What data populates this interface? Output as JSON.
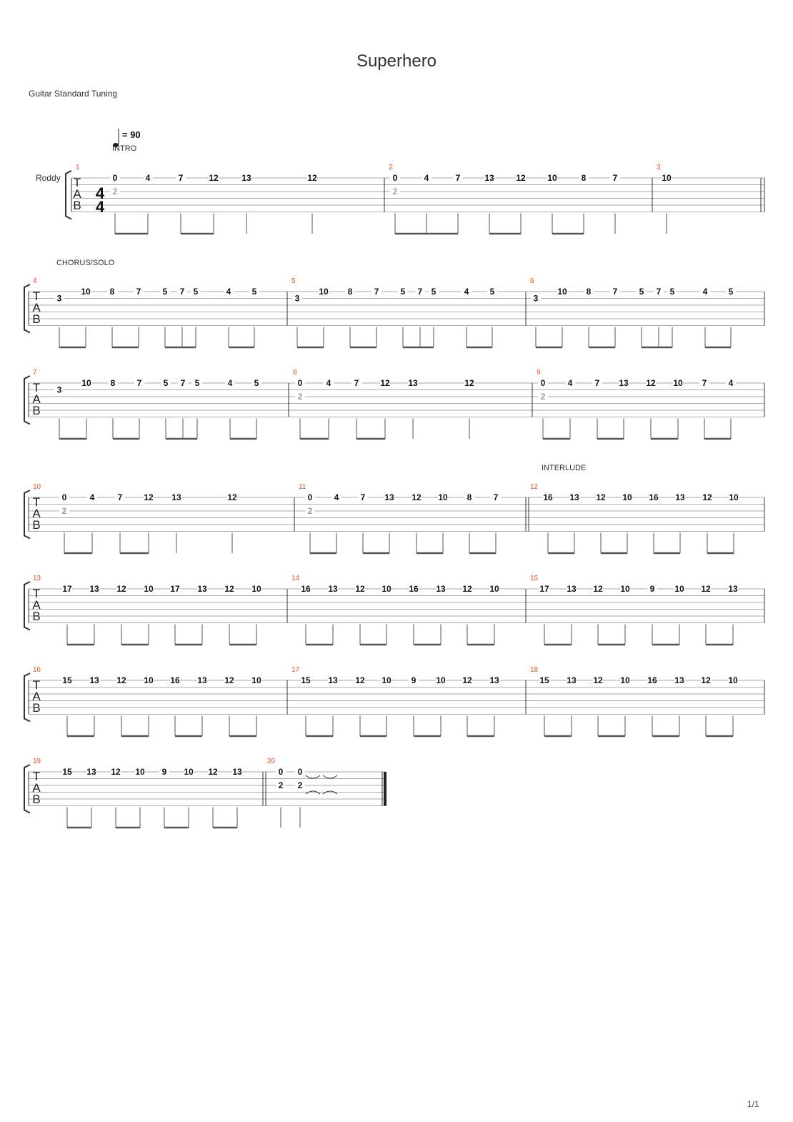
{
  "document": {
    "title": "Superhero",
    "tuning": "Guitar Standard Tuning",
    "track_name": "Roddy",
    "tempo_text": "= 90",
    "time_signature": [
      "4",
      "4"
    ],
    "tab_letters": [
      "T",
      "A",
      "B"
    ],
    "page_number": "1/1"
  },
  "sections": [
    {
      "label": "INTRO",
      "measure": 1
    },
    {
      "label": "CHORUS/SOLO",
      "measure": 4
    },
    {
      "label": "INTERLUDE",
      "measure": 12
    }
  ],
  "measures": [
    {
      "n": "1",
      "notes": [
        {
          "f": "0",
          "s": 1
        },
        {
          "f": "2",
          "s": 3,
          "g": 1
        },
        {
          "f": "4",
          "s": 1
        },
        {
          "f": "7",
          "s": 1
        },
        {
          "f": "12",
          "s": 1
        },
        {
          "f": "13",
          "s": 1
        },
        {
          "f": "12",
          "s": 1
        }
      ]
    },
    {
      "n": "2",
      "notes": [
        {
          "f": "0",
          "s": 1
        },
        {
          "f": "2",
          "s": 3,
          "g": 1
        },
        {
          "f": "4",
          "s": 1
        },
        {
          "f": "7",
          "s": 1
        },
        {
          "f": "13",
          "s": 1
        },
        {
          "f": "12",
          "s": 1
        },
        {
          "f": "10",
          "s": 1
        },
        {
          "f": "8",
          "s": 1
        },
        {
          "f": "7",
          "s": 1
        }
      ]
    },
    {
      "n": "3",
      "notes": [
        {
          "f": "10",
          "s": 1
        }
      ]
    },
    {
      "n": "4",
      "notes": [
        {
          "f": "3",
          "s": 2
        },
        {
          "f": "10",
          "s": 1
        },
        {
          "f": "8",
          "s": 1
        },
        {
          "f": "7",
          "s": 1
        },
        {
          "f": "5",
          "s": 1
        },
        {
          "f": "7",
          "s": 1
        },
        {
          "f": "5",
          "s": 1
        },
        {
          "f": "4",
          "s": 1
        },
        {
          "f": "5",
          "s": 1
        }
      ]
    },
    {
      "n": "5",
      "notes": [
        {
          "f": "3",
          "s": 2
        },
        {
          "f": "10",
          "s": 1
        },
        {
          "f": "8",
          "s": 1
        },
        {
          "f": "7",
          "s": 1
        },
        {
          "f": "5",
          "s": 1
        },
        {
          "f": "7",
          "s": 1
        },
        {
          "f": "5",
          "s": 1
        },
        {
          "f": "4",
          "s": 1
        },
        {
          "f": "5",
          "s": 1
        }
      ]
    },
    {
      "n": "6",
      "notes": [
        {
          "f": "3",
          "s": 2
        },
        {
          "f": "10",
          "s": 1
        },
        {
          "f": "8",
          "s": 1
        },
        {
          "f": "7",
          "s": 1
        },
        {
          "f": "5",
          "s": 1
        },
        {
          "f": "7",
          "s": 1
        },
        {
          "f": "5",
          "s": 1
        },
        {
          "f": "4",
          "s": 1
        },
        {
          "f": "5",
          "s": 1
        }
      ]
    },
    {
      "n": "7",
      "notes": [
        {
          "f": "3",
          "s": 2
        },
        {
          "f": "10",
          "s": 1
        },
        {
          "f": "8",
          "s": 1
        },
        {
          "f": "7",
          "s": 1
        },
        {
          "f": "5",
          "s": 1
        },
        {
          "f": "7",
          "s": 1
        },
        {
          "f": "5",
          "s": 1
        },
        {
          "f": "4",
          "s": 1
        },
        {
          "f": "5",
          "s": 1
        }
      ]
    },
    {
      "n": "8",
      "notes": [
        {
          "f": "0",
          "s": 1
        },
        {
          "f": "2",
          "s": 3,
          "g": 1
        },
        {
          "f": "4",
          "s": 1
        },
        {
          "f": "7",
          "s": 1
        },
        {
          "f": "12",
          "s": 1
        },
        {
          "f": "13",
          "s": 1
        },
        {
          "f": "12",
          "s": 1
        }
      ]
    },
    {
      "n": "9",
      "notes": [
        {
          "f": "0",
          "s": 1
        },
        {
          "f": "2",
          "s": 3,
          "g": 1
        },
        {
          "f": "4",
          "s": 1
        },
        {
          "f": "7",
          "s": 1
        },
        {
          "f": "13",
          "s": 1
        },
        {
          "f": "12",
          "s": 1
        },
        {
          "f": "10",
          "s": 1
        },
        {
          "f": "7",
          "s": 1
        },
        {
          "f": "4",
          "s": 1
        }
      ]
    },
    {
      "n": "10",
      "notes": [
        {
          "f": "0",
          "s": 1
        },
        {
          "f": "2",
          "s": 3,
          "g": 1
        },
        {
          "f": "4",
          "s": 1
        },
        {
          "f": "7",
          "s": 1
        },
        {
          "f": "12",
          "s": 1
        },
        {
          "f": "13",
          "s": 1
        },
        {
          "f": "12",
          "s": 1
        }
      ]
    },
    {
      "n": "11",
      "notes": [
        {
          "f": "0",
          "s": 1
        },
        {
          "f": "2",
          "s": 3,
          "g": 1
        },
        {
          "f": "4",
          "s": 1
        },
        {
          "f": "7",
          "s": 1
        },
        {
          "f": "13",
          "s": 1
        },
        {
          "f": "12",
          "s": 1
        },
        {
          "f": "10",
          "s": 1
        },
        {
          "f": "8",
          "s": 1
        },
        {
          "f": "7",
          "s": 1
        }
      ]
    },
    {
      "n": "12",
      "notes": [
        {
          "f": "16",
          "s": 1
        },
        {
          "f": "13",
          "s": 1
        },
        {
          "f": "12",
          "s": 1
        },
        {
          "f": "10",
          "s": 1
        },
        {
          "f": "16",
          "s": 1
        },
        {
          "f": "13",
          "s": 1
        },
        {
          "f": "12",
          "s": 1
        },
        {
          "f": "10",
          "s": 1
        }
      ]
    },
    {
      "n": "13",
      "notes": [
        {
          "f": "17",
          "s": 1
        },
        {
          "f": "13",
          "s": 1
        },
        {
          "f": "12",
          "s": 1
        },
        {
          "f": "10",
          "s": 1
        },
        {
          "f": "17",
          "s": 1
        },
        {
          "f": "13",
          "s": 1
        },
        {
          "f": "12",
          "s": 1
        },
        {
          "f": "10",
          "s": 1
        }
      ]
    },
    {
      "n": "14",
      "notes": [
        {
          "f": "16",
          "s": 1
        },
        {
          "f": "13",
          "s": 1
        },
        {
          "f": "12",
          "s": 1
        },
        {
          "f": "10",
          "s": 1
        },
        {
          "f": "16",
          "s": 1
        },
        {
          "f": "13",
          "s": 1
        },
        {
          "f": "12",
          "s": 1
        },
        {
          "f": "10",
          "s": 1
        }
      ]
    },
    {
      "n": "15",
      "notes": [
        {
          "f": "17",
          "s": 1
        },
        {
          "f": "13",
          "s": 1
        },
        {
          "f": "12",
          "s": 1
        },
        {
          "f": "10",
          "s": 1
        },
        {
          "f": "9",
          "s": 1
        },
        {
          "f": "10",
          "s": 1
        },
        {
          "f": "12",
          "s": 1
        },
        {
          "f": "13",
          "s": 1
        }
      ]
    },
    {
      "n": "16",
      "notes": [
        {
          "f": "15",
          "s": 1
        },
        {
          "f": "13",
          "s": 1
        },
        {
          "f": "12",
          "s": 1
        },
        {
          "f": "10",
          "s": 1
        },
        {
          "f": "16",
          "s": 1
        },
        {
          "f": "13",
          "s": 1
        },
        {
          "f": "12",
          "s": 1
        },
        {
          "f": "10",
          "s": 1
        }
      ]
    },
    {
      "n": "17",
      "notes": [
        {
          "f": "15",
          "s": 1
        },
        {
          "f": "13",
          "s": 1
        },
        {
          "f": "12",
          "s": 1
        },
        {
          "f": "10",
          "s": 1
        },
        {
          "f": "9",
          "s": 1
        },
        {
          "f": "10",
          "s": 1
        },
        {
          "f": "12",
          "s": 1
        },
        {
          "f": "13",
          "s": 1
        }
      ]
    },
    {
      "n": "18",
      "notes": [
        {
          "f": "15",
          "s": 1
        },
        {
          "f": "13",
          "s": 1
        },
        {
          "f": "12",
          "s": 1
        },
        {
          "f": "10",
          "s": 1
        },
        {
          "f": "16",
          "s": 1
        },
        {
          "f": "13",
          "s": 1
        },
        {
          "f": "12",
          "s": 1
        },
        {
          "f": "10",
          "s": 1
        }
      ]
    },
    {
      "n": "19",
      "notes": [
        {
          "f": "15",
          "s": 1
        },
        {
          "f": "13",
          "s": 1
        },
        {
          "f": "12",
          "s": 1
        },
        {
          "f": "10",
          "s": 1
        },
        {
          "f": "9",
          "s": 1
        },
        {
          "f": "10",
          "s": 1
        },
        {
          "f": "12",
          "s": 1
        },
        {
          "f": "13",
          "s": 1
        }
      ]
    },
    {
      "n": "20",
      "notes": [
        {
          "f": "0",
          "s": 1
        },
        {
          "f": "2",
          "s": 3
        },
        {
          "f": "0",
          "s": 1
        },
        {
          "f": "2",
          "s": 3
        }
      ]
    }
  ]
}
